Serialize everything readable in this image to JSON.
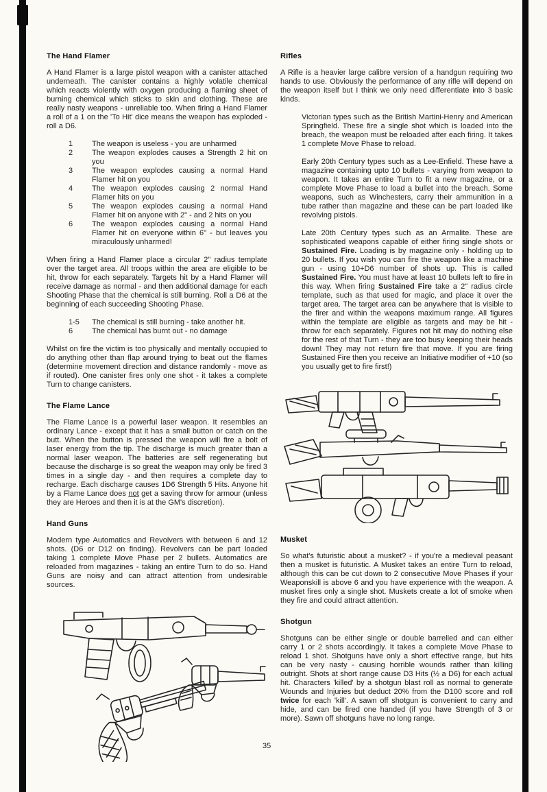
{
  "theme": {
    "paper": "#fbfaf5",
    "ink": "#1f1f1f"
  },
  "page_number": "35",
  "hand_flamer": {
    "heading": "The Hand Flamer",
    "intro": "A Hand Flamer is a large pistol weapon with a canister attached underneath. The canister contains a highly volatile chemical which reacts violently with oxygen producing a flaming sheet of burning chemical which sticks to skin and clothing. These are really nasty weapons - unreliable too. When firing a Hand Flamer a roll of a 1 on the 'To Hit' dice means the weapon has exploded - roll a D6.",
    "explode_table": [
      {
        "num": "1",
        "text": "The weapon is useless - you are unharmed"
      },
      {
        "num": "2",
        "text": "The weapon explodes causes a Strength 2 hit on you"
      },
      {
        "num": "3",
        "text": "The weapon explodes causing a normal Hand Flamer hit on you"
      },
      {
        "num": "4",
        "text": "The weapon explodes causing 2 normal Hand Flamer hits on you"
      },
      {
        "num": "5",
        "text": "The weapon explodes causing a normal Hand Flamer hit on anyone with 2\" - and 2 hits on you"
      },
      {
        "num": "6",
        "text": "The weapon explodes causing a normal Hand Flamer hit on everyone within 6\" - but leaves you miraculously unharmed!"
      }
    ],
    "template_para": "When firing a Hand Flamer place a circular 2\" radius template over the target area. All troops within the area are eligible to be hit, throw for each separately. Targets hit by a Hand Flamer will receive damage as normal - and then additional damage for each Shooting Phase that the chemical is still burning. Roll a D6 at the beginning of each succeeding Shooting Phase.",
    "burn_table": [
      {
        "num": "1-5",
        "text": "The chemical is still burning - take another hit."
      },
      {
        "num": "6",
        "text": "The chemical has burnt out - no damage"
      }
    ],
    "fire_para": "Whilst on fire the victim is too physically and mentally occupied to do anything other than flap around trying to beat out the flames (determine movement direction and distance randomly - move as if routed). One canister fires only one shot - it takes a complete Turn to change canisters."
  },
  "flame_lance": {
    "heading": "The Flame Lance",
    "body": [
      {
        "t": "The Flame Lance is a powerful laser weapon. It resembles an ordinary Lance - except that it has a small button or catch on the butt. When the button is pressed the weapon will fire a bolt of laser energy from the tip. The discharge is much greater than a normal laser weapon. The batteries are self regenerating but because the discharge is so great the weapon may only be fired 3 times in a single day - and then requires a complete day to recharge. Each discharge causes 1D6 Strength 5 Hits. Anyone hit by a Flame Lance does "
      },
      {
        "t": "not",
        "u": true
      },
      {
        "t": " get a saving throw for armour (unless they are Heroes and then it is at the GM's discretion)."
      }
    ]
  },
  "hand_guns": {
    "heading": "Hand Guns",
    "body": "Modern type Automatics and Revolvers with between 6 and 12 shots. (D6 or D12 on finding). Revolvers can be part loaded taking 1 complete Move Phase per 2 bullets. Automatics are reloaded from magazines - taking an entire Turn to do so. Hand Guns are noisy and can attract attention from undesirable sources."
  },
  "rifles": {
    "heading": "Rifles",
    "intro": "A Rifle is a heavier large calibre version of a handgun requiring two hands to use. Obviously the performance of any rifle will depend on the weapon itself but I think we only need differentiate into 3 basic kinds.",
    "victorian": "Victorian types such as the British Martini-Henry and American Springfield. These fire a single shot which is loaded into the breach, the weapon must be reloaded after each firing. It takes 1 complete Move Phase to reload.",
    "early20": "Early 20th Century types such as a Lee-Enfield. These have a magazine containing upto 10 bullets - varying from weapon to weapon. It takes an entire Turn to fit a new magazine, or a complete Move Phase to load a bullet into the breach. Some weapons, such as Winchesters, carry their ammunition in a tube rather than magazine and these can be part loaded like revolving pistols.",
    "late20": [
      {
        "t": "Late 20th Century types such as an Armalite. These are sophisticated weapons capable of either firing single shots or "
      },
      {
        "t": "Sustained Fire.",
        "b": true
      },
      {
        "t": " Loading is by magazine only - holding up to 20 bullets. If you wish you can fire the weapon like a machine gun - using 10+D6 number of shots up. This is called "
      },
      {
        "t": "Sustained Fire.",
        "b": true
      },
      {
        "t": " You must have at least 10 bullets left to fire in this way. When firing "
      },
      {
        "t": "Sustained Fire",
        "b": true
      },
      {
        "t": " take a 2\" radius circle template, such as that used for magic, and place it over the target area. The target area can be anywhere that is visible to the firer and within the weapons maximum range. All figures within the template are eligible as targets and may be hit - throw for each separately. Figures not hit may do nothing else for the rest of that Turn - they are too busy keeping their heads down! They may not return fire that move. If you are firing Sustained Fire then you receive an Initiative modifier of +10 (so you usually get to fire first!)"
      }
    ]
  },
  "musket": {
    "heading": "Musket",
    "body": "So what's futuristic about a musket? - if you're a medieval peasant then a musket is futuristic. A Musket takes an entire Turn to reload, although this can be cut down to 2 consecutive Move Phases if your Weaponskill is above 6 and you have experience with the weapon. A musket fires only a single shot. Muskets create a lot of smoke when they fire and could attract attention."
  },
  "shotgun": {
    "heading": "Shotgun",
    "body": [
      {
        "t": "Shotguns can be either single or double barrelled and can either carry 1 or 2 shots accordingly. It takes a complete Move Phase to reload 1 shot. Shotguns have only a short effective range, but hits can be very nasty - causing horrible wounds rather than killing outright. Shots at short range cause D3 Hits (½ a D6) for each actual hit. Characters 'killed' by a shotgun blast roll as normal to generate Wounds and Injuries but deduct 20% from the D100 score and roll "
      },
      {
        "t": "twice",
        "b": true
      },
      {
        "t": " for each 'kill'.  A sawn off shotgun is convenient to carry and hide, and can be fired one handed (if you have Strength of 3 or more).  Sawn off shotguns have no long range."
      }
    ]
  },
  "illustrations": {
    "left": "hand-drawn pistols (automatic and revolvers)",
    "right": "hand-drawn rifles (three types)"
  }
}
